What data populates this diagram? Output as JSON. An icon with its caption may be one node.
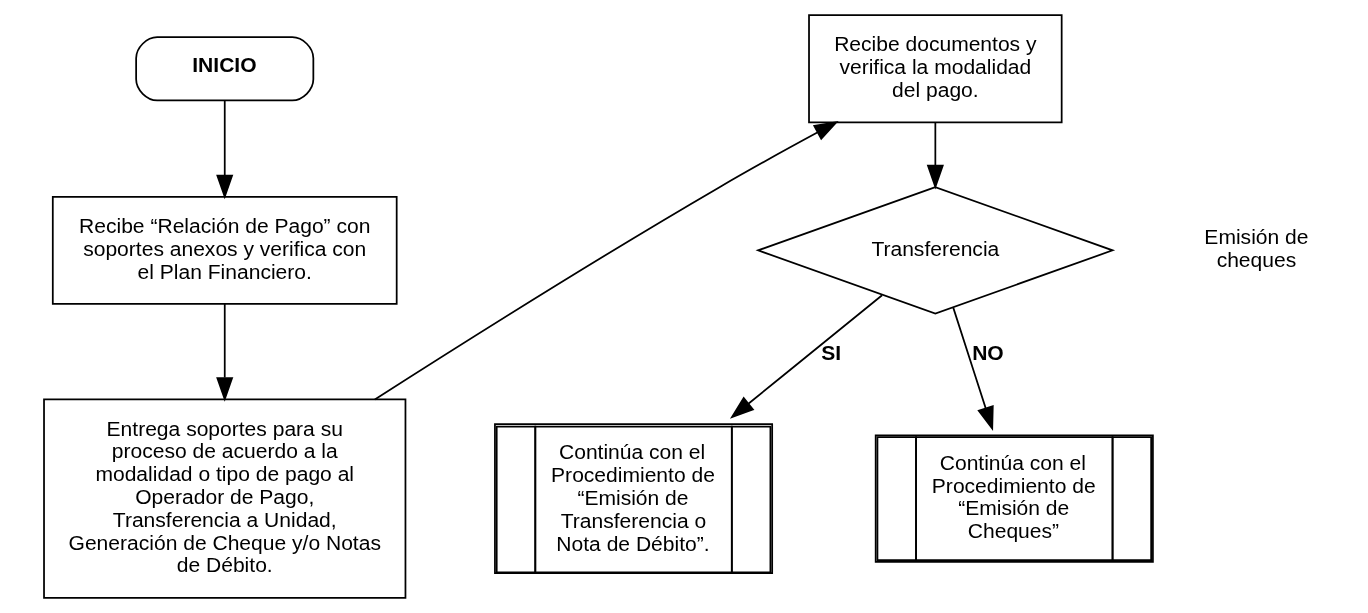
{
  "diagram": {
    "nodes": [
      {
        "text": [
          "INICIO"
        ]
      },
      {
        "text": [
          "Recibe “Relación de Pago” con soportes anexos y verifica con el Plan Financiero."
        ]
      },
      {
        "text": [
          "Entrega soportes para su proceso de acuerdo a la modalidad o tipo de pago al Operador de Pago, Transferencia a Unidad, Generación de Cheque y/o Notas de Débito."
        ]
      },
      {
        "text": [
          "Recibe documentos y verifica la modalidad del pago."
        ]
      },
      {
        "text": [
          "Transferencia"
        ]
      },
      {
        "text": [
          "Continúa con el Procedimiento de “Emisión de Transferencia o Nota de Débito”."
        ]
      },
      {
        "text": [
          "Continúa con el Procedimiento de “Emisión de Cheques”"
        ]
      }
    ],
    "edges": [
      {
        "from": 0,
        "to": 1,
        "arrow": "to"
      },
      {
        "from": 1,
        "to": 2,
        "arrow": "to"
      },
      {
        "from": 2,
        "to": 3,
        "arrow": "to"
      },
      {
        "from": 3,
        "to": 4,
        "arrow": "to"
      },
      {
        "from": 4,
        "to": 5,
        "arrow": "to",
        "label": "SI"
      },
      {
        "from": 4,
        "to": 6,
        "arrow": "to",
        "label": "NO"
      }
    ],
    "labels": [
      "Emisión de cheques"
    ]
  }
}
